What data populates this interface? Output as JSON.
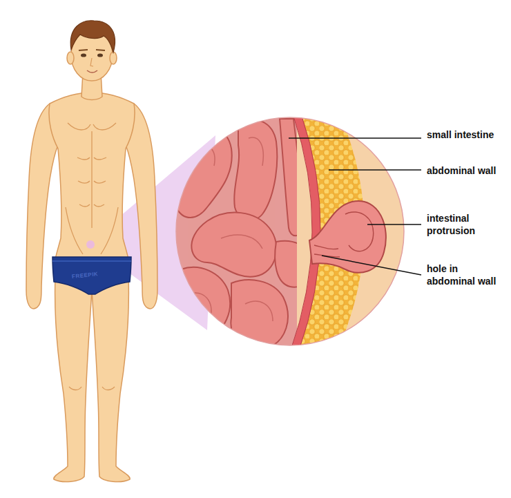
{
  "diagram": {
    "labels": [
      "small intestine",
      "abdominal wall",
      "intestinal protrusion",
      "hole in abdominal wall",
      "FREEPIK"
    ]
  }
}
